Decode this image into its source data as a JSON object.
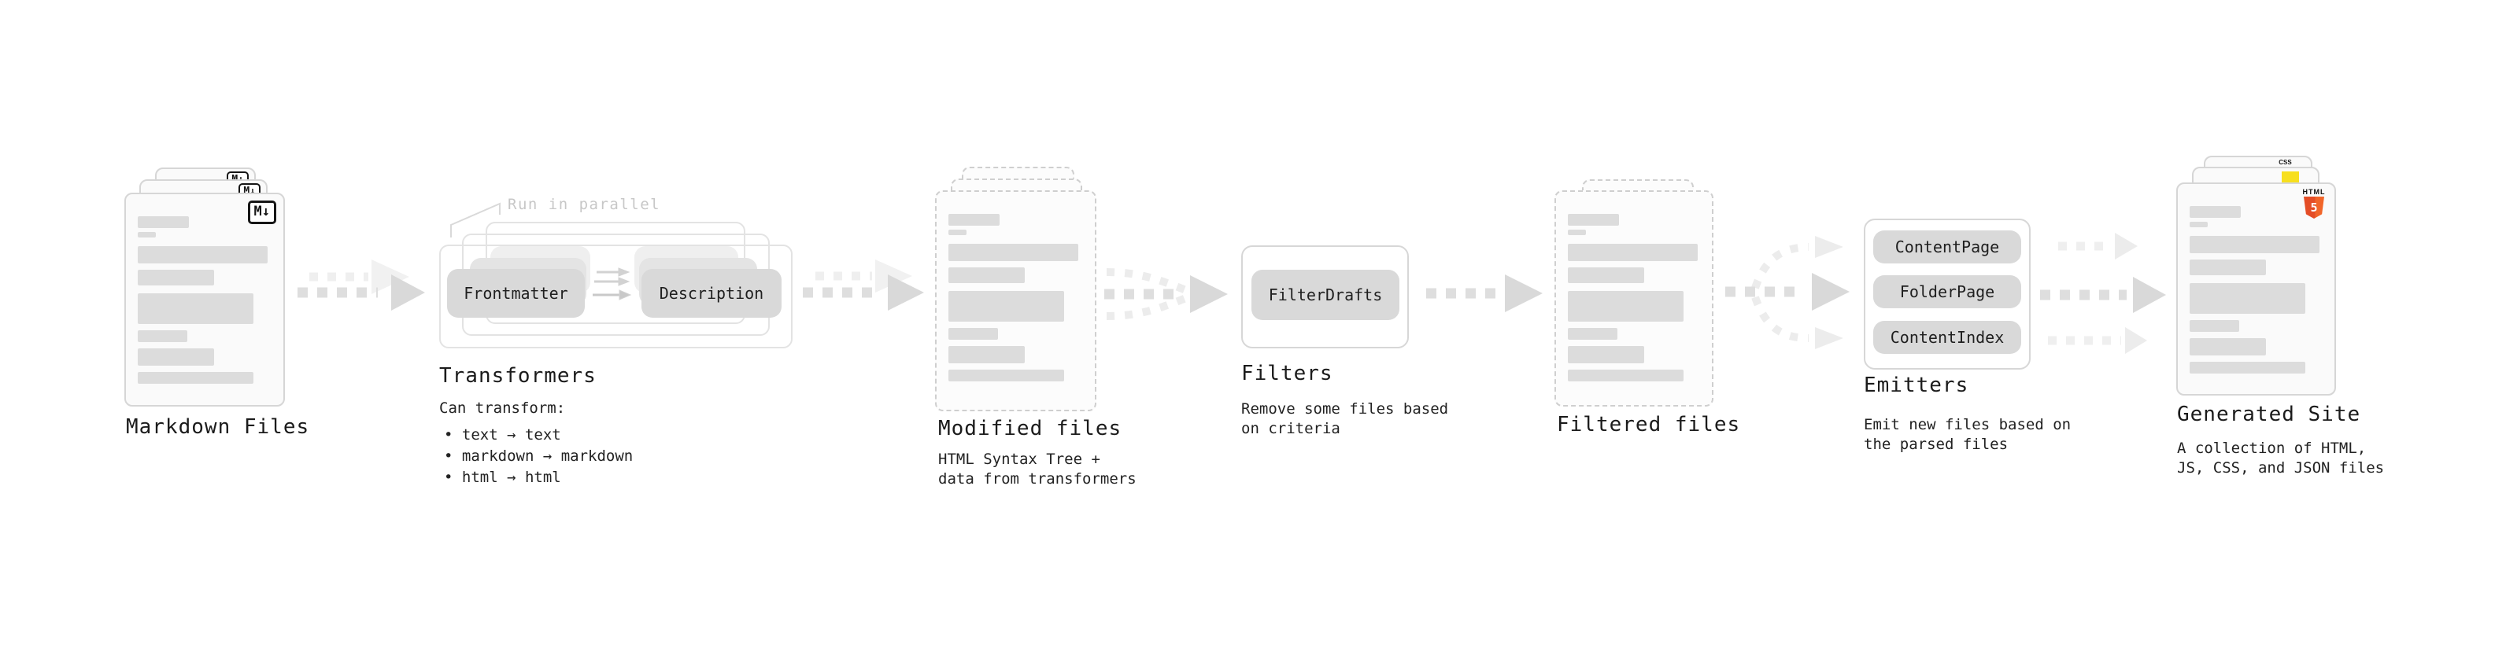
{
  "stages": {
    "markdown": {
      "label": "Markdown Files"
    },
    "transformers": {
      "label": "Transformers",
      "annotation": "Run in parallel",
      "pill_left": "Frontmatter",
      "pill_right": "Description",
      "caption_title": "Can transform:",
      "bullets": [
        "• text → text",
        "• markdown → markdown",
        "• html → html"
      ]
    },
    "modified": {
      "label": "Modified files",
      "caption": "HTML Syntax Tree +\ndata from transformers"
    },
    "filters": {
      "label": "Filters",
      "pill": "FilterDrafts",
      "caption": "Remove some files based\non criteria"
    },
    "filtered": {
      "label": "Filtered files"
    },
    "emitters": {
      "label": "Emitters",
      "pills": [
        "ContentPage",
        "FolderPage",
        "ContentIndex"
      ],
      "caption": "Emit new files based on\nthe parsed files"
    },
    "generated": {
      "label": "Generated Site",
      "caption": "A collection of HTML,\nJS, CSS, and JSON files",
      "badges": {
        "css": "CSS",
        "html": "HTML",
        "html_number": "5"
      }
    }
  },
  "icons": {
    "markdown_badge": "M↓"
  },
  "colors": {
    "html5_orange": "#e44d26",
    "html5_orange_light": "#f16529",
    "js_yellow": "#f7df1e",
    "css_blue": "#2965f1",
    "arrow_gray": "#d9d9d9",
    "arrow_light": "#ececec",
    "text_dark": "#1b1b1b",
    "annotation_gray": "#c7c7c7"
  }
}
